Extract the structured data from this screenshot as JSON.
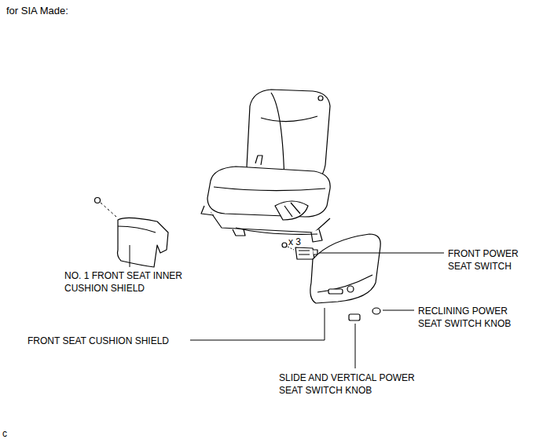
{
  "diagram": {
    "title": "for SIA Made:",
    "labels": [
      "NO. 1 FRONT SEAT INNER CUSHION SHIELD",
      "FRONT POWER SEAT SWITCH",
      "RECLINING POWER SEAT SWITCH KNOB",
      "FRONT SEAT CUSHION SHIELD",
      "SLIDE AND VERTICAL POWER SEAT SWITCH KNOB",
      "x 3",
      "c"
    ]
  }
}
